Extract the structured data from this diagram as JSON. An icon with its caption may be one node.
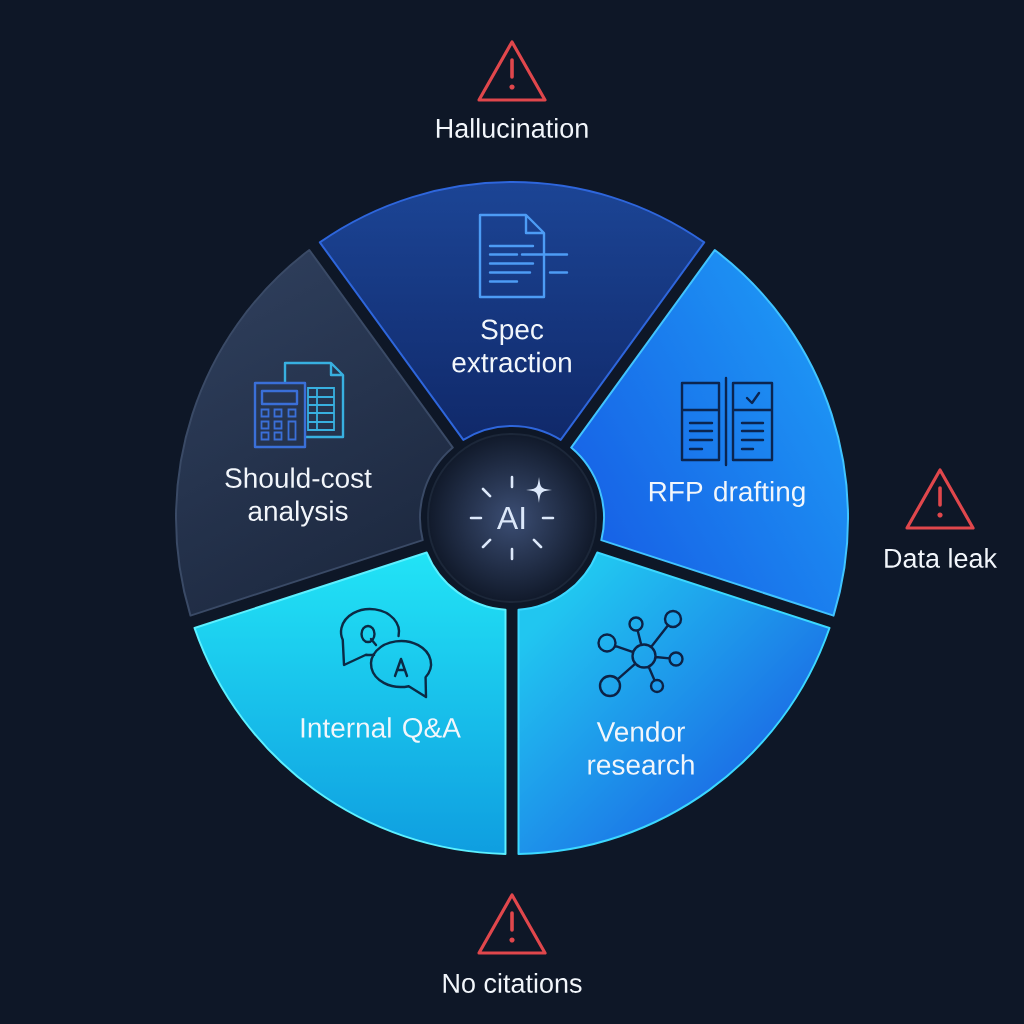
{
  "diagram": {
    "nodes": [
      {
        "text": [
          "AI"
        ]
      },
      {
        "text": [
          "Spec extraction"
        ]
      },
      {
        "text": [
          "RFP drafting"
        ]
      },
      {
        "text": [
          "Vendor research"
        ]
      },
      {
        "text": [
          "Internal Q&A"
        ]
      },
      {
        "text": [
          "Should-cost analysis"
        ]
      }
    ],
    "labels": [
      "Hallucination",
      "Data leak",
      "No citations"
    ]
  }
}
